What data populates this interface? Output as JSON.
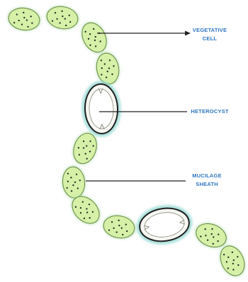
{
  "diagram": {
    "labels": {
      "vegetative_cell": [
        "VEGETATIVE",
        "CELL"
      ],
      "heterocyst": "HETEROCYST",
      "mucilage_sheath": [
        "MUCILAGE",
        "SHEATH"
      ]
    },
    "colors": {
      "cell_fill": "#d6f0a8",
      "cell_glow": "#b9e4b4",
      "cell_outline": "#6f8f4a",
      "dot": "#1c2a1c",
      "heterocyst_fill": "#f6f7f3",
      "heterocyst_outline": "#1e1e1e",
      "sheath_glow": "#8fd7d0",
      "leader_line": "#222222",
      "label_text": "#2f76c2"
    }
  }
}
